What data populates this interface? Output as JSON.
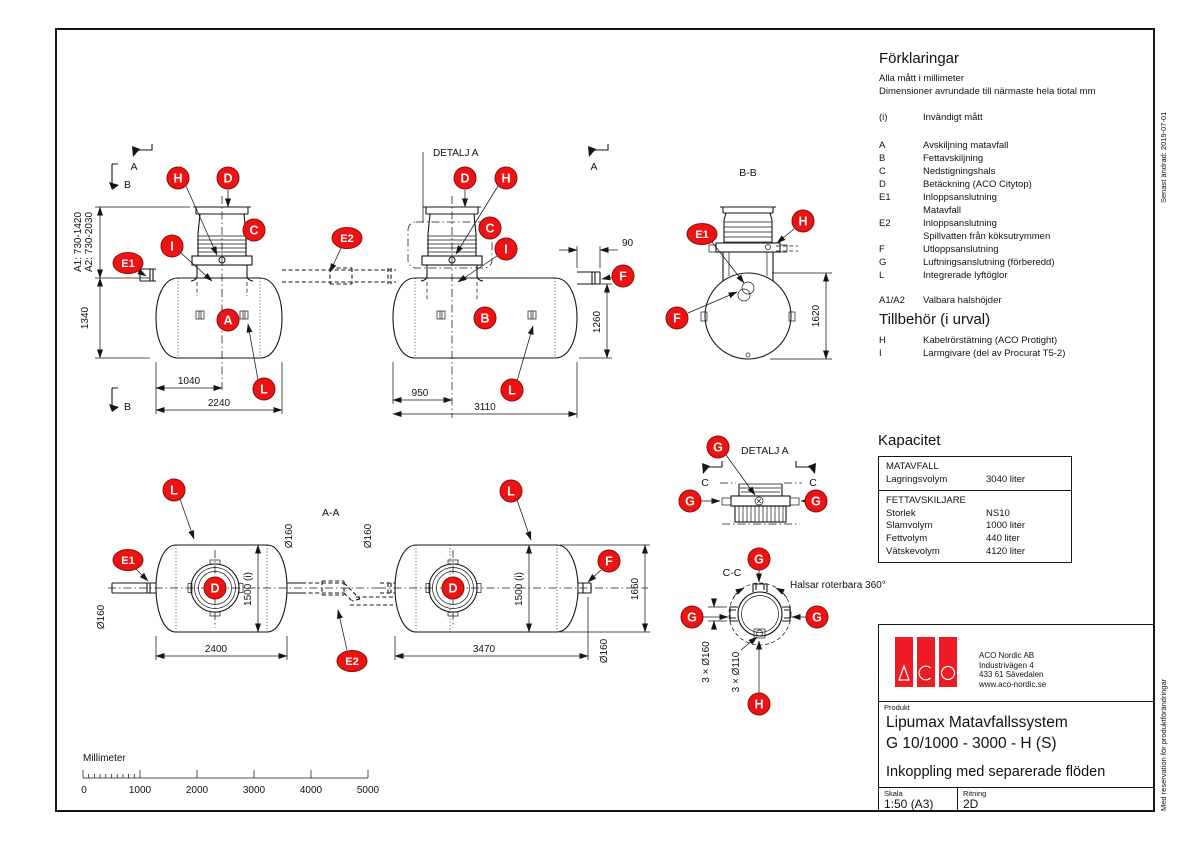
{
  "page": {
    "edge_top": "Senast ändrad: 2019-07-01",
    "edge_bottom": "Med reservation för produktförändringar"
  },
  "legend": {
    "title": "Förklaringar",
    "note1": "Alla mått i millimeter",
    "note2": "Dimensioner avrundade till närmaste hela tiotal mm",
    "items": [
      {
        "key": "(i)",
        "label": "Invändigt mått"
      },
      {
        "key": "A",
        "label": "Avskiljning matavfall"
      },
      {
        "key": "B",
        "label": "Fettavskiljning"
      },
      {
        "key": "C",
        "label": "Nedstigningshals"
      },
      {
        "key": "D",
        "label": "Betäckning (ACO Citytop)"
      },
      {
        "key": "E1",
        "label": "Inloppsanslutning"
      },
      {
        "key": "",
        "label": "Matavfall"
      },
      {
        "key": "E2",
        "label": "Inloppsanslutning"
      },
      {
        "key": "",
        "label": "Spillvatten från köksutrymmen"
      },
      {
        "key": "F",
        "label": "Utloppsanslutning"
      },
      {
        "key": "G",
        "label": "Luftningsanslutning (förberedd)"
      },
      {
        "key": "L",
        "label": "Integrerade lyftöglor"
      },
      {
        "key": "A1/A2",
        "label": "Valbara halshöjder"
      }
    ]
  },
  "accessories": {
    "title": "Tillbehör (i urval)",
    "items": [
      {
        "key": "H",
        "label": "Kabelrörstätning (ACO Protight)"
      },
      {
        "key": "I",
        "label": "Larmgivare (del av Procurat T5-2)"
      }
    ]
  },
  "capacity": {
    "title": "Kapacitet",
    "sections": [
      {
        "header": "MATAVFALL",
        "rows": [
          {
            "label": "Lagringsvolym",
            "value": "3040 liter"
          }
        ]
      },
      {
        "header": "FETTAVSKILJARE",
        "rows": [
          {
            "label": "Storlek",
            "value": "NS10"
          },
          {
            "label": "Slamvolym",
            "value": "1000 liter"
          },
          {
            "label": "Fettvolym",
            "value": "440 liter"
          },
          {
            "label": "Vätskevolym",
            "value": "4120 liter"
          }
        ]
      }
    ]
  },
  "title_block": {
    "logo_text": "ACO",
    "company": [
      "ACO Nordic AB",
      "Industrivägen 4",
      "433 61  Sävedalen",
      "www.aco-nordic.se"
    ],
    "product_label": "Produkt",
    "product_lines": [
      "Lipumax Matavfallssystem",
      "G 10/1000 - 3000 - H (S)"
    ],
    "subtitle": "Inkoppling med separerade flöden",
    "scale_label": "Skala",
    "scale_value": "1:50 (A3)",
    "drawing_label": "Ritning",
    "drawing_value": "2D"
  },
  "scale_bar": {
    "title": "Millimeter",
    "ticks": [
      "0",
      "1000",
      "2000",
      "3000",
      "4000",
      "5000"
    ]
  },
  "callouts": {
    "A": "A",
    "B": "B",
    "C": "C",
    "D": "D",
    "E1": "E1",
    "E2": "E2",
    "F": "F",
    "G": "G",
    "H": "H",
    "I": "I",
    "L": "L"
  },
  "sections": {
    "a": "A",
    "b": "B",
    "c": "C",
    "aa": "A-A",
    "bb": "B-B",
    "cc": "C-C",
    "detail_a": "DETALJ A"
  },
  "dims": {
    "a1": "A1: 730-1420",
    "a2": "A2: 730-2030",
    "h1340": "1340",
    "w1040": "1040",
    "w2240": "2240",
    "w90": "90",
    "h1260": "1260",
    "w950": "950",
    "w3110": "3110",
    "h1620": "1620",
    "i1500": "1500 (i)",
    "w2400": "2400",
    "w3470": "3470",
    "h1660": "1660",
    "dia160": "Ø160",
    "vent": "3 × Ø160",
    "cable": "3 × Ø110",
    "rotate_note": "Halsar roterbara 360°"
  },
  "colors": {
    "accent_red": "#ed1c24",
    "line": "#161616"
  }
}
